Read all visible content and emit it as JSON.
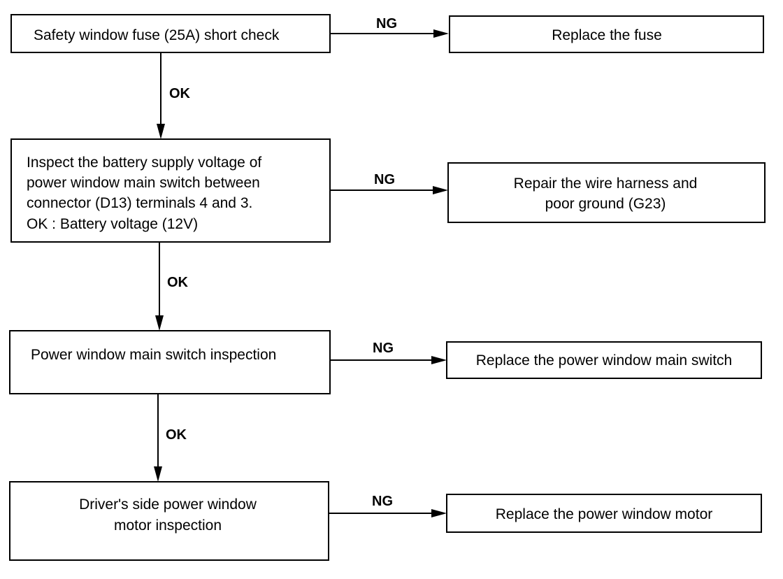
{
  "diagram": {
    "nodes": {
      "fuse_check": {
        "lines": [
          "Safety window fuse (25A) short check"
        ]
      },
      "replace_fuse": {
        "lines": [
          "Replace the fuse"
        ]
      },
      "battery_voltage_check": {
        "lines": [
          "Inspect the battery supply voltage of",
          "power window main switch between",
          "connector (D13) terminals 4 and 3.",
          "OK : Battery voltage (12V)"
        ]
      },
      "repair_harness": {
        "lines": [
          "Repair the wire harness and",
          "poor ground (G23)"
        ]
      },
      "main_switch_inspection": {
        "lines": [
          "Power window main switch inspection"
        ]
      },
      "replace_main_switch": {
        "lines": [
          "Replace the power window main switch"
        ]
      },
      "motor_inspection": {
        "lines": [
          "Driver's side power window",
          "motor  inspection"
        ]
      },
      "replace_motor": {
        "lines": [
          "Replace the power window motor"
        ]
      }
    },
    "edges": [
      {
        "from": "fuse_check",
        "to": "replace_fuse",
        "label": "NG"
      },
      {
        "from": "fuse_check",
        "to": "battery_voltage_check",
        "label": "OK"
      },
      {
        "from": "battery_voltage_check",
        "to": "repair_harness",
        "label": "NG"
      },
      {
        "from": "battery_voltage_check",
        "to": "main_switch_inspection",
        "label": "OK"
      },
      {
        "from": "main_switch_inspection",
        "to": "replace_main_switch",
        "label": "NG"
      },
      {
        "from": "main_switch_inspection",
        "to": "motor_inspection",
        "label": "OK"
      },
      {
        "from": "motor_inspection",
        "to": "replace_motor",
        "label": "NG"
      }
    ]
  }
}
